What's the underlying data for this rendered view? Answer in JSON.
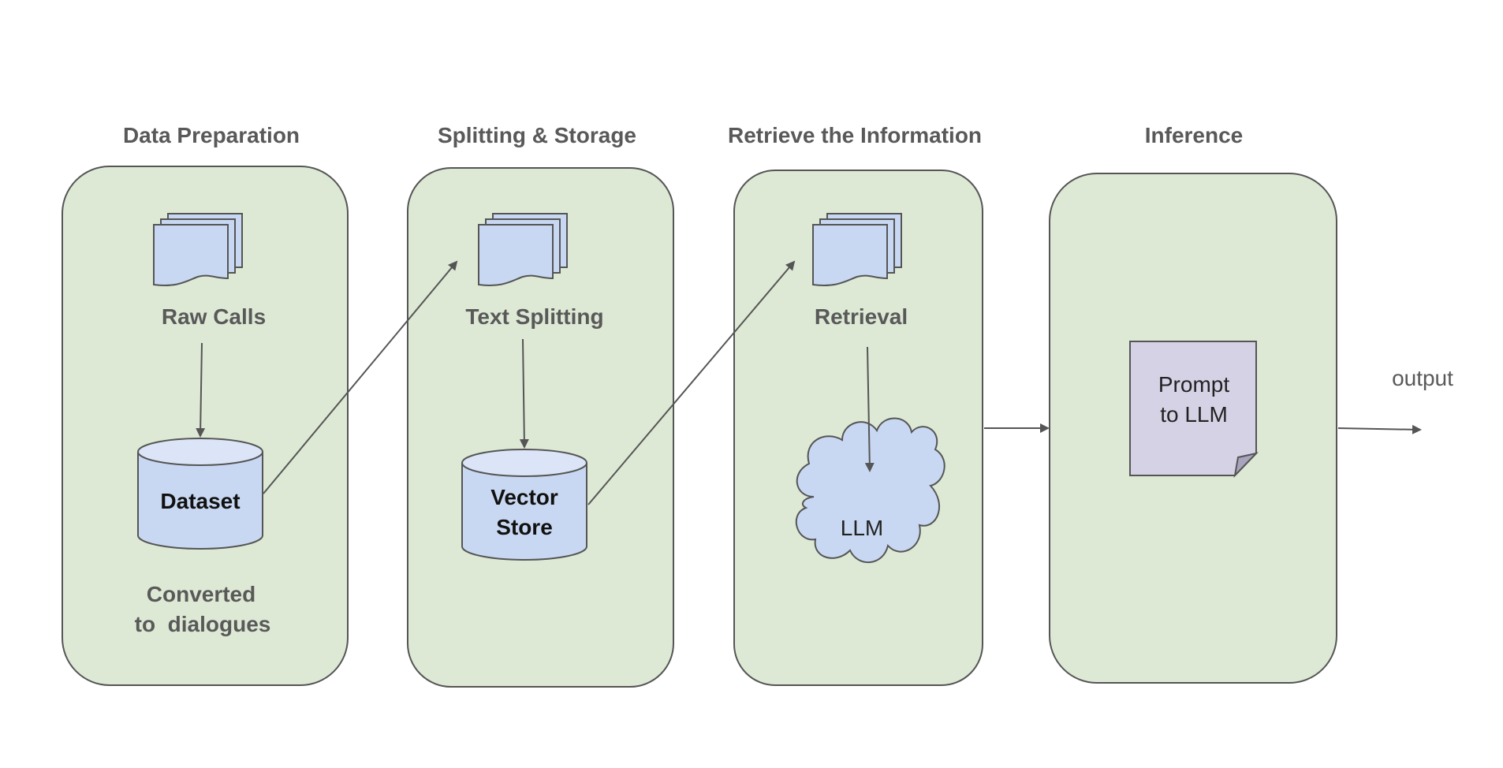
{
  "colors": {
    "panel_fill": "#dde9d5",
    "shape_fill": "#c9d8f2",
    "shape_top": "#dbe5f7",
    "note_fill": "#d6d2e6",
    "stroke": "#555555"
  },
  "stages": [
    {
      "title": "Data Preparation"
    },
    {
      "title": "Splitting & Storage"
    },
    {
      "title": "Retrieve the Information"
    },
    {
      "title": "Inference"
    }
  ],
  "nodes": {
    "raw_calls": {
      "label": "Raw Calls",
      "icon": "documents-icon"
    },
    "dataset": {
      "label": "Dataset",
      "icon": "database-icon"
    },
    "converted": {
      "line1": "Converted",
      "line2": "to  dialogues"
    },
    "text_splitting": {
      "label": "Text Splitting",
      "icon": "documents-icon"
    },
    "vector_store": {
      "line1": "Vector",
      "line2": "Store",
      "icon": "database-icon"
    },
    "retrieval": {
      "label": "Retrieval",
      "icon": "documents-icon"
    },
    "llm": {
      "label": "LLM",
      "icon": "cloud-icon"
    },
    "prompt": {
      "line1": "Prompt",
      "line2": "to LLM",
      "icon": "note-icon"
    }
  },
  "output": {
    "label": "output"
  }
}
